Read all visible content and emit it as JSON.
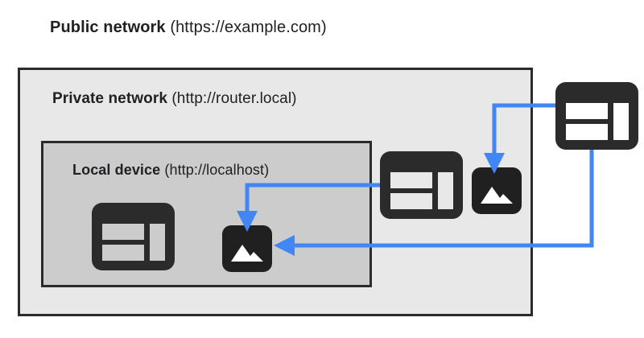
{
  "diagram": {
    "title_label": {
      "strong": "Public network",
      "plain": " (https://example.com)"
    },
    "zones": [
      {
        "id": "private-network",
        "strong": "Private network",
        "plain": " (http://router.local)",
        "fill": "#e8e8e8",
        "border": "#2b2b2b"
      },
      {
        "id": "local-device",
        "strong": "Local device",
        "plain": " (http://localhost)",
        "fill": "#cccccc",
        "border": "#2b2b2b"
      }
    ],
    "nodes": [
      {
        "id": "browser-local",
        "icon": "browser-window-icon",
        "zone": "local-device",
        "interior": "#cccccc"
      },
      {
        "id": "image-local",
        "icon": "image-icon",
        "zone": "local-device",
        "interior": "#ffffff"
      },
      {
        "id": "browser-router",
        "icon": "browser-window-icon",
        "zone": "private-network",
        "interior": "#e8e8e8"
      },
      {
        "id": "image-router",
        "icon": "image-icon",
        "zone": "private-network",
        "interior": "#ffffff"
      },
      {
        "id": "browser-public",
        "icon": "browser-window-icon",
        "zone": "public-network",
        "interior": "#ffffff"
      }
    ],
    "connectors": [
      {
        "id": "router-browser-to-local-image",
        "from": "browser-router",
        "to": "image-local",
        "color": "#4285f4"
      },
      {
        "id": "public-browser-to-router-image",
        "from": "browser-public",
        "to": "image-router",
        "color": "#4285f4"
      },
      {
        "id": "public-browser-to-local-image",
        "from": "browser-public",
        "to": "image-local",
        "color": "#4285f4"
      }
    ],
    "colors": {
      "icon_dark": "#2b2b2b",
      "arrow_blue": "#4285f4",
      "text": "#202124",
      "page_background": "#ffffff"
    }
  }
}
